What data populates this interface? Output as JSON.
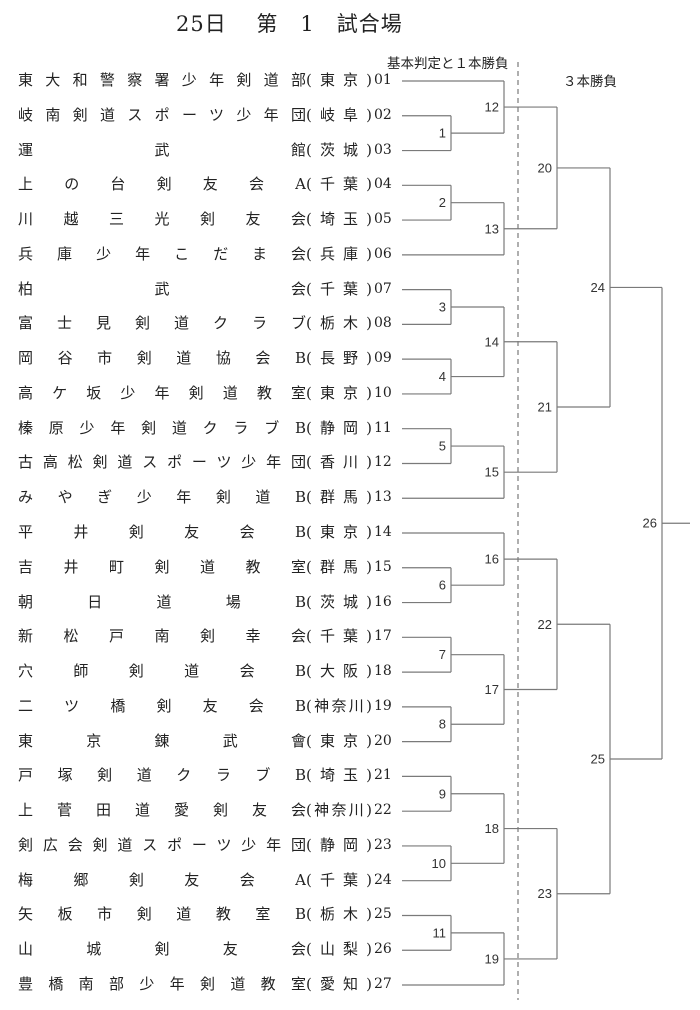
{
  "title": "25日　 第　1　試合場",
  "headers": {
    "left": "基本判定と１本勝負",
    "right": "３本勝負"
  },
  "teams": [
    {
      "no": "01",
      "name": "東大和警察署少年剣道部",
      "pref": "東京"
    },
    {
      "no": "02",
      "name": "岐南剣道スポーツ少年団",
      "pref": "岐阜"
    },
    {
      "no": "03",
      "name": "運　　　武　　　館",
      "pref": "茨城"
    },
    {
      "no": "04",
      "name": "上の台剣友会A",
      "pref": "千葉"
    },
    {
      "no": "05",
      "name": "川越三光剣友会",
      "pref": "埼玉"
    },
    {
      "no": "06",
      "name": "兵庫少年こだま会",
      "pref": "兵庫"
    },
    {
      "no": "07",
      "name": "柏　　　武　　　会",
      "pref": "千葉"
    },
    {
      "no": "08",
      "name": "富士見剣道クラブ",
      "pref": "栃木"
    },
    {
      "no": "09",
      "name": "岡谷市剣道協会B",
      "pref": "長野"
    },
    {
      "no": "10",
      "name": "高ケ坂少年剣道教室",
      "pref": "東京"
    },
    {
      "no": "11",
      "name": "榛原少年剣道クラブB",
      "pref": "静岡"
    },
    {
      "no": "12",
      "name": "古高松剣道スポーツ少年団",
      "pref": "香川"
    },
    {
      "no": "13",
      "name": "みやぎ少年剣道B",
      "pref": "群馬"
    },
    {
      "no": "14",
      "name": "平井剣友会B",
      "pref": "東京"
    },
    {
      "no": "15",
      "name": "吉井町剣道教室",
      "pref": "群馬"
    },
    {
      "no": "16",
      "name": "朝日道場B",
      "pref": "茨城"
    },
    {
      "no": "17",
      "name": "新松戸南剣幸会",
      "pref": "千葉"
    },
    {
      "no": "18",
      "name": "穴師剣道会B",
      "pref": "大阪"
    },
    {
      "no": "19",
      "name": "二ツ橋剣友会B",
      "pref": "神奈川"
    },
    {
      "no": "20",
      "name": "東京錬武會",
      "pref": "東京"
    },
    {
      "no": "21",
      "name": "戸塚剣道クラブB",
      "pref": "埼玉"
    },
    {
      "no": "22",
      "name": "上菅田道愛剣友会",
      "pref": "神奈川"
    },
    {
      "no": "23",
      "name": "剣広会剣道スポーツ少年団",
      "pref": "静岡"
    },
    {
      "no": "24",
      "name": "梅郷剣友会A",
      "pref": "千葉"
    },
    {
      "no": "25",
      "name": "矢板市剣道教室B",
      "pref": "栃木"
    },
    {
      "no": "26",
      "name": "山　　城　　剣　　友　　会",
      "pref": "山梨"
    },
    {
      "no": "27",
      "name": "豊橋南部少年剣道教室",
      "pref": "愛知"
    }
  ],
  "matches": [
    {
      "label": "1",
      "round": 1,
      "a": "t2",
      "b": "t3"
    },
    {
      "label": "12",
      "round": 2,
      "a": "t1",
      "b": "m1"
    },
    {
      "label": "2",
      "round": 1,
      "a": "t4",
      "b": "t5"
    },
    {
      "label": "13",
      "round": 2,
      "a": "m2",
      "b": "t6"
    },
    {
      "label": "20",
      "round": 3,
      "a": "m12",
      "b": "m13"
    },
    {
      "label": "3",
      "round": 1,
      "a": "t7",
      "b": "t8"
    },
    {
      "label": "14",
      "round": 2,
      "a": "m3",
      "b": "m4"
    },
    {
      "label": "4",
      "round": 1,
      "a": "t9",
      "b": "t10"
    },
    {
      "label": "5",
      "round": 1,
      "a": "t11",
      "b": "t12"
    },
    {
      "label": "15",
      "round": 2,
      "a": "m5",
      "b": "t13"
    },
    {
      "label": "21",
      "round": 3,
      "a": "m14",
      "b": "m15"
    },
    {
      "label": "24",
      "round": 4,
      "a": "m20",
      "b": "m21"
    },
    {
      "label": "6",
      "round": 1,
      "a": "t15",
      "b": "t16"
    },
    {
      "label": "16",
      "round": 2,
      "a": "t14",
      "b": "m6"
    },
    {
      "label": "7",
      "round": 1,
      "a": "t17",
      "b": "t18"
    },
    {
      "label": "8",
      "round": 1,
      "a": "t19",
      "b": "t20"
    },
    {
      "label": "17",
      "round": 2,
      "a": "m7",
      "b": "m8"
    },
    {
      "label": "22",
      "round": 3,
      "a": "m16",
      "b": "m17"
    },
    {
      "label": "9",
      "round": 1,
      "a": "t21",
      "b": "t22"
    },
    {
      "label": "10",
      "round": 1,
      "a": "t23",
      "b": "t24"
    },
    {
      "label": "18",
      "round": 2,
      "a": "m9",
      "b": "m10"
    },
    {
      "label": "11",
      "round": 1,
      "a": "t25",
      "b": "t26"
    },
    {
      "label": "19",
      "round": 2,
      "a": "m11",
      "b": "t27"
    },
    {
      "label": "23",
      "round": 3,
      "a": "m18",
      "b": "m19"
    },
    {
      "label": "25",
      "round": 4,
      "a": "m22",
      "b": "m23"
    },
    {
      "label": "26",
      "round": 5,
      "a": "m24",
      "b": "m25"
    }
  ],
  "colors": {
    "line": "#7a7a7a",
    "text": "#222222"
  }
}
